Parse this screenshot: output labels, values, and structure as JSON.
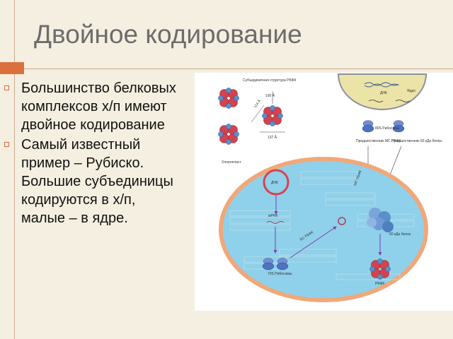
{
  "slide": {
    "title": "Двойное кодирование",
    "bullets": [
      "Большинство белковых комплексов х/п имеют двойное кодирование",
      "Самый известный пример – Рубиско. Большие субъединицы кодируются в х/п, малые – в ядре."
    ]
  },
  "figure": {
    "subunit_structure_label": "Субъединичная структура РБФК",
    "dim_top": "100 Å",
    "dim_diag": "114 Å",
    "dim_bottom": "137 Å",
    "nucleus_dna": "ДНК",
    "nucleus": "Ядро",
    "ribosomes_80s": "80S Рибосомы",
    "precursor_ms": "Предшественник МС РБФК",
    "precursor_60kda": "Предшественник 60 кДа белка",
    "chloroplast": "Хлоропласт",
    "chloro_dna": "ДНК",
    "mrna": "мРНК",
    "ms_rbfk": "МС РБФК",
    "bs_rbfk": "БС РБФК",
    "protein_60kda": "60 кДа белок",
    "ribosomes_70s": "70S Рибосомы",
    "rbfk": "РБФК"
  },
  "colors": {
    "background": "#f4efe0",
    "accent": "#d9703d",
    "large_subunit": "#d2434f",
    "small_subunit": "#5b8fc9",
    "chloroplast_fill": "#8fd0ea",
    "chloroplast_border": "#f0a87a"
  }
}
